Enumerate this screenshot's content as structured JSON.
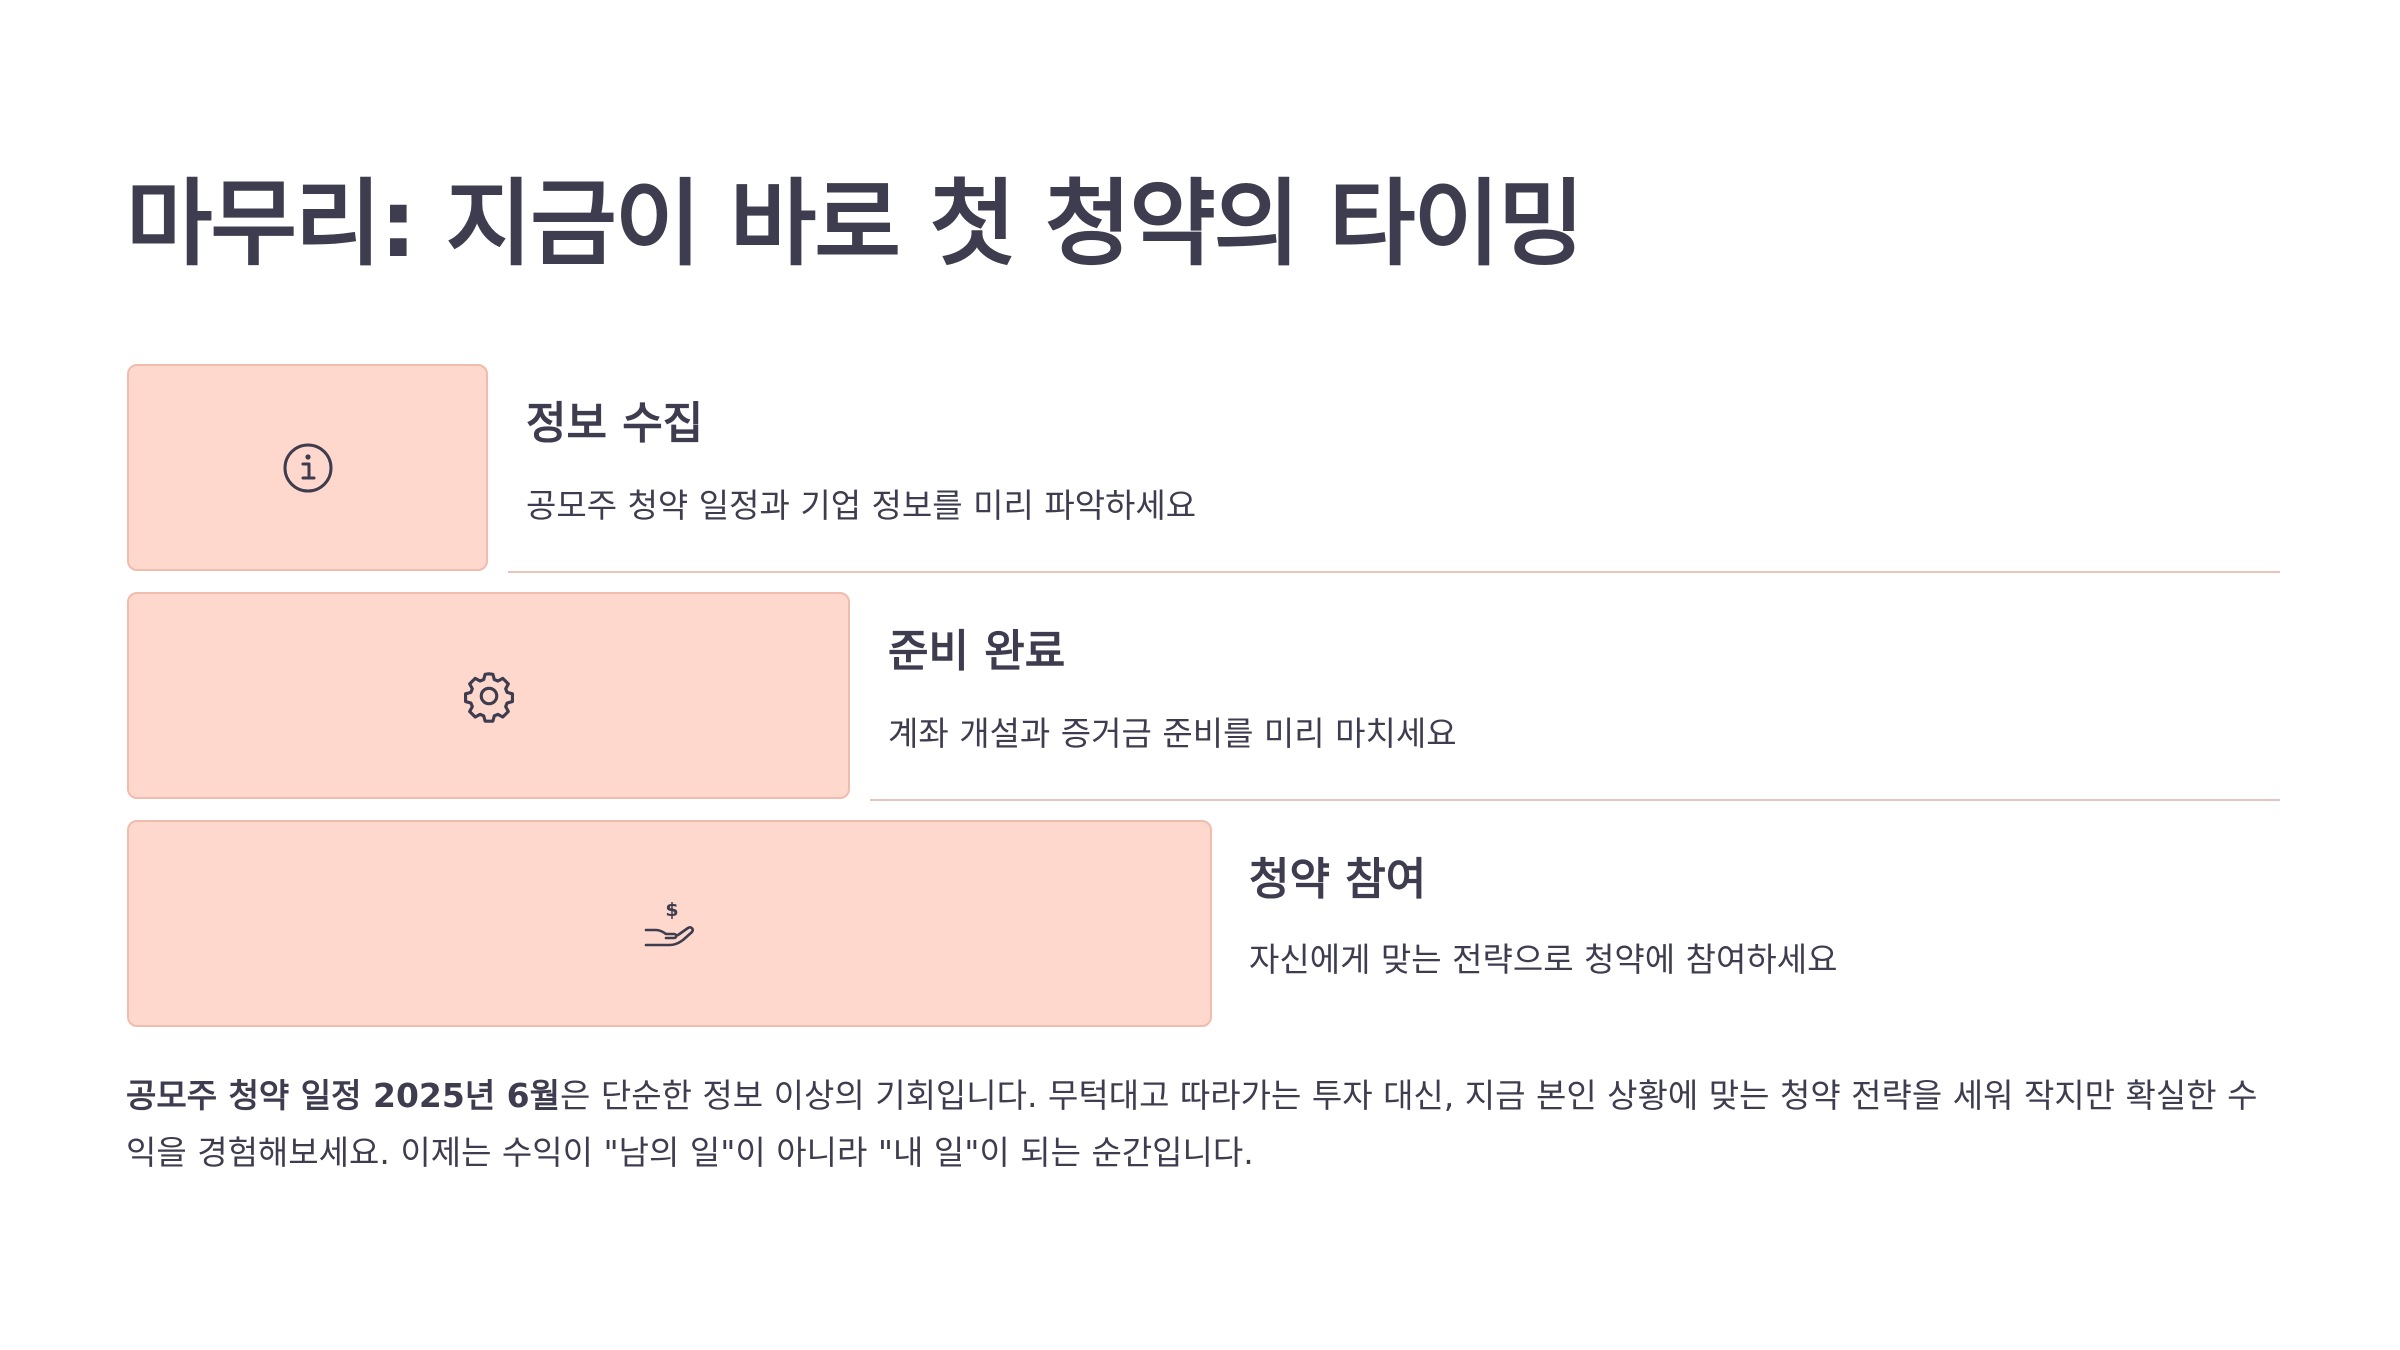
{
  "title": "마무리: 지금이 바로 첫 청약의 타이밍",
  "steps": [
    {
      "icon": "info-circle-icon",
      "title": "정보 수집",
      "description": "공모주 청약 일정과 기업 정보를 미리 파악하세요"
    },
    {
      "icon": "gear-icon",
      "title": "준비 완료",
      "description": "계좌 개설과 증거금 준비를 미리 마치세요"
    },
    {
      "icon": "hand-coin-icon",
      "title": "청약 참여",
      "description": "자신에게 맞는 전략으로 청약에 참여하세요"
    }
  ],
  "closing": {
    "highlight": "공모주 청약 일정 2025년 6월",
    "text": "은 단순한 정보 이상의 기회입니다. 무턱대고 따라가는 투자 대신, 지금 본인 상황에 맞는 청약 전략을 세워 작지만 확실한 수익을 경험해보세요. 이제는 수익이 \"남의 일\"이 아니라 \"내 일\"이 되는 순간입니다."
  },
  "colors": {
    "box_fill": "#fed8cc",
    "box_border": "#efbcae",
    "divider": "#e8c4ba",
    "text": "#3e3c4f"
  }
}
